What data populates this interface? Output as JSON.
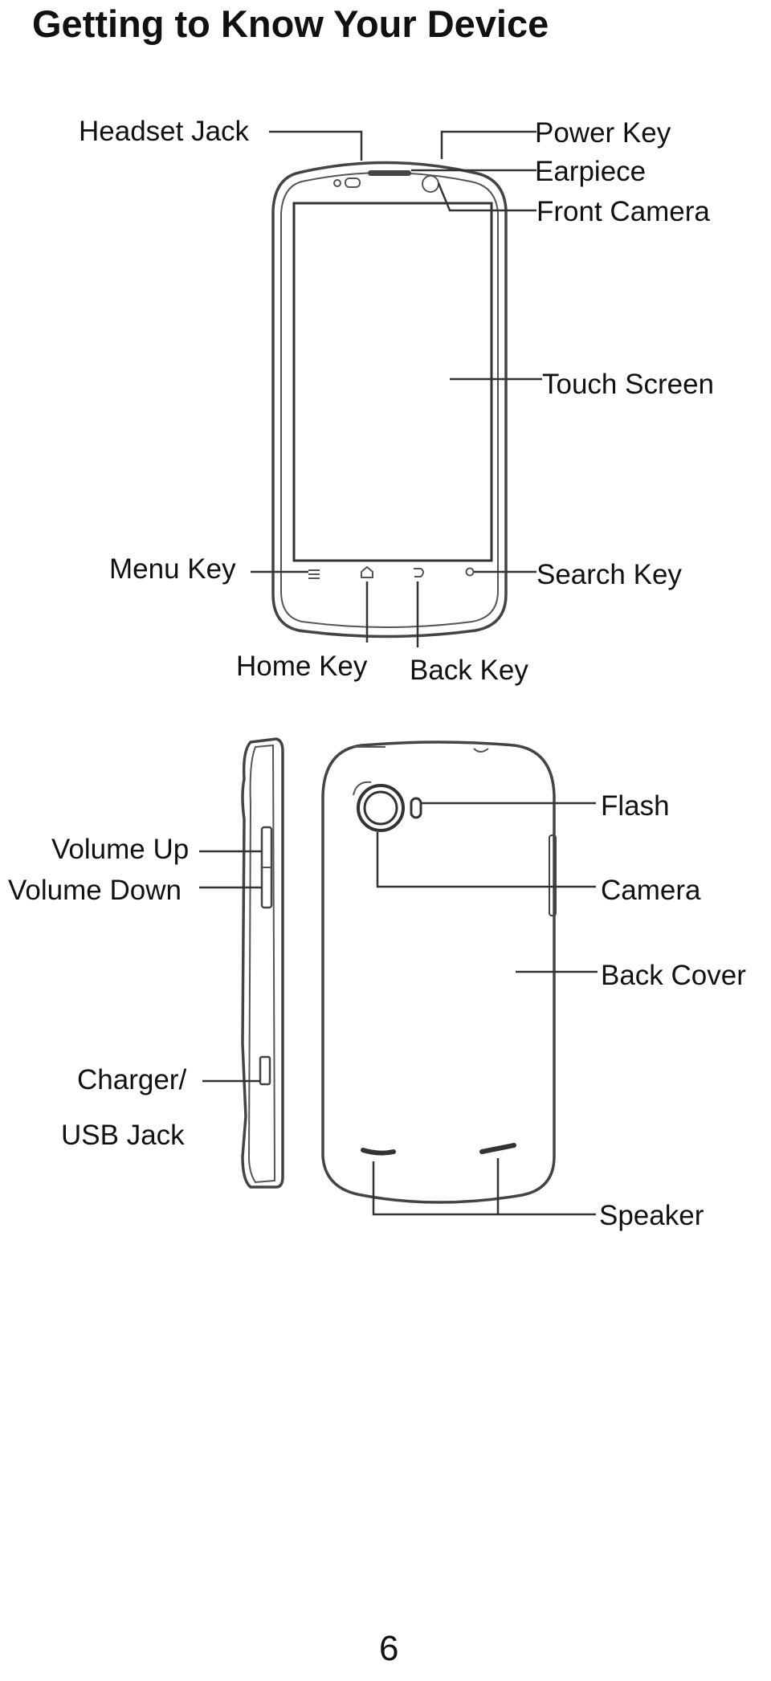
{
  "page": {
    "title": "Getting to Know Your Device",
    "page_number": "6"
  },
  "front_labels": {
    "headset_jack": "Headset Jack",
    "power_key": "Power Key",
    "earpiece": "Earpiece",
    "front_camera": "Front Camera",
    "touch_screen": "Touch Screen",
    "menu_key": "Menu Key",
    "search_key": "Search Key",
    "home_key": "Home Key",
    "back_key": "Back Key"
  },
  "back_labels": {
    "volume_up": "Volume Up",
    "volume_down": "Volume Down",
    "charger": "Charger/",
    "usb_jack": "USB Jack",
    "flash": "Flash",
    "camera": "Camera",
    "back_cover": "Back Cover",
    "speaker": "Speaker"
  }
}
